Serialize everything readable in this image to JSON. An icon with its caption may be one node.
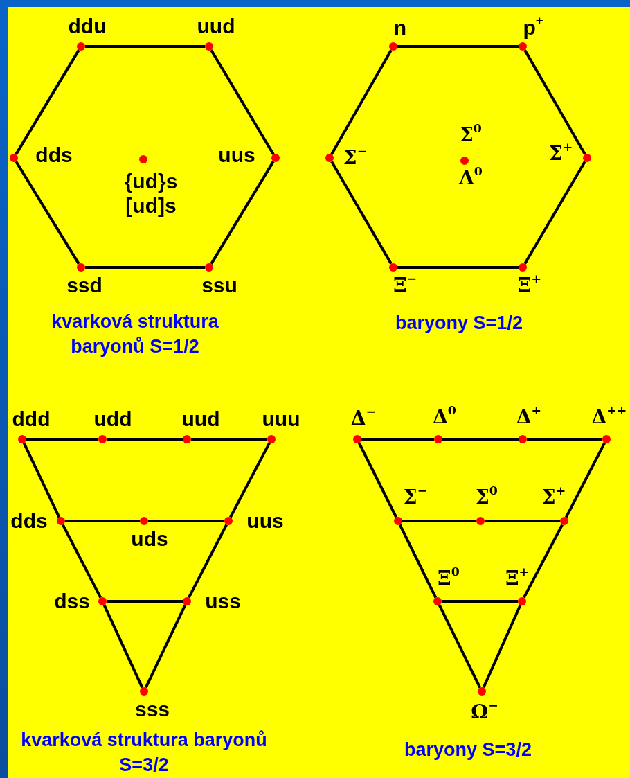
{
  "diagram": {
    "nodes": [
      {
        "text": [
          "ddu"
        ]
      },
      {
        "text": [
          "uud"
        ]
      },
      {
        "text": [
          "dds"
        ]
      },
      {
        "text": [
          "{ud}s",
          "[ud]s"
        ]
      },
      {
        "text": [
          "uus"
        ]
      },
      {
        "text": [
          "ssd"
        ]
      },
      {
        "text": [
          "ssu"
        ]
      },
      {
        "text": [
          "n"
        ]
      },
      {
        "text": [
          "p$^{+}$"
        ]
      },
      {
        "text": [
          "Σ$^{−}$"
        ]
      },
      {
        "text": [
          "Σ$^{0}$",
          "Λ$^{0}$"
        ]
      },
      {
        "text": [
          "Σ$^{+}$"
        ]
      },
      {
        "text": [
          "Ξ$^{−}$"
        ]
      },
      {
        "text": [
          "Ξ$^{+}$"
        ]
      },
      {
        "text": [
          "ddd"
        ]
      },
      {
        "text": [
          "udd"
        ]
      },
      {
        "text": [
          "uud"
        ]
      },
      {
        "text": [
          "uuu"
        ]
      },
      {
        "text": [
          "dds"
        ]
      },
      {
        "text": [
          "uds"
        ]
      },
      {
        "text": [
          "uus"
        ]
      },
      {
        "text": [
          "dss"
        ]
      },
      {
        "text": [
          "uss"
        ]
      },
      {
        "text": [
          "sss"
        ]
      },
      {
        "text": [
          "Δ$^{−}$"
        ]
      },
      {
        "text": [
          "Δ$^{0}$"
        ]
      },
      {
        "text": [
          "Δ$^{+}$"
        ]
      },
      {
        "text": [
          "Δ$^{++}$"
        ]
      },
      {
        "text": [
          "Σ$^{−}$"
        ]
      },
      {
        "text": [
          "Σ$^{0}$"
        ]
      },
      {
        "text": [
          "Σ$^{+}$"
        ]
      },
      {
        "text": [
          "Ξ$^{0}$"
        ]
      },
      {
        "text": [
          "Ξ$^{+}$"
        ]
      },
      {
        "text": [
          "Ω$^{−}$"
        ]
      }
    ],
    "edges": [
      {
        "from": 0,
        "to": 1,
        "arrow": "none"
      },
      {
        "from": 1,
        "to": 4,
        "arrow": "none"
      },
      {
        "from": 4,
        "to": 6,
        "arrow": "none"
      },
      {
        "from": 6,
        "to": 5,
        "arrow": "none"
      },
      {
        "from": 5,
        "to": 2,
        "arrow": "none"
      },
      {
        "from": 2,
        "to": 0,
        "arrow": "none"
      },
      {
        "from": 7,
        "to": 8,
        "arrow": "none"
      },
      {
        "from": 8,
        "to": 11,
        "arrow": "none"
      },
      {
        "from": 11,
        "to": 13,
        "arrow": "none"
      },
      {
        "from": 13,
        "to": 12,
        "arrow": "none"
      },
      {
        "from": 12,
        "to": 9,
        "arrow": "none"
      },
      {
        "from": 9,
        "to": 7,
        "arrow": "none"
      },
      {
        "from": 14,
        "to": 15,
        "arrow": "none"
      },
      {
        "from": 15,
        "to": 16,
        "arrow": "none"
      },
      {
        "from": 16,
        "to": 17,
        "arrow": "none"
      },
      {
        "from": 14,
        "to": 18,
        "arrow": "none"
      },
      {
        "from": 18,
        "to": 21,
        "arrow": "none"
      },
      {
        "from": 21,
        "to": 23,
        "arrow": "none"
      },
      {
        "from": 17,
        "to": 20,
        "arrow": "none"
      },
      {
        "from": 20,
        "to": 22,
        "arrow": "none"
      },
      {
        "from": 22,
        "to": 23,
        "arrow": "none"
      },
      {
        "from": 18,
        "to": 19,
        "arrow": "none"
      },
      {
        "from": 19,
        "to": 20,
        "arrow": "none"
      },
      {
        "from": 21,
        "to": 22,
        "arrow": "none"
      },
      {
        "from": 24,
        "to": 25,
        "arrow": "none"
      },
      {
        "from": 25,
        "to": 26,
        "arrow": "none"
      },
      {
        "from": 26,
        "to": 27,
        "arrow": "none"
      },
      {
        "from": 24,
        "to": 28,
        "arrow": "none"
      },
      {
        "from": 28,
        "to": 31,
        "arrow": "none"
      },
      {
        "from": 31,
        "to": 33,
        "arrow": "none"
      },
      {
        "from": 27,
        "to": 30,
        "arrow": "none"
      },
      {
        "from": 30,
        "to": 32,
        "arrow": "none"
      },
      {
        "from": 32,
        "to": 33,
        "arrow": "none"
      },
      {
        "from": 28,
        "to": 29,
        "arrow": "none"
      },
      {
        "from": 29,
        "to": 30,
        "arrow": "none"
      },
      {
        "from": 31,
        "to": 32,
        "arrow": "none"
      }
    ],
    "labels": [
      "kvarková struktura baryonů S=1/2",
      "baryony S=1/2",
      "kvarková struktura baryonů S=3/2",
      "baryony S=3/2"
    ]
  }
}
